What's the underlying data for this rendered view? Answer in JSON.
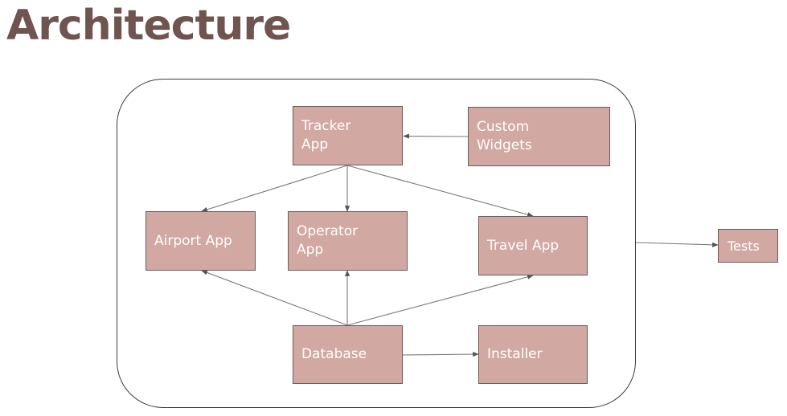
{
  "slide": {
    "title": "Architecture"
  },
  "nodes": {
    "tracker_app": "Tracker\nApp",
    "custom_widgets": "Custom\nWidgets",
    "airport_app": "Airport App",
    "operator_app": "Operator\nApp",
    "travel_app": "Travel App",
    "database": "Database",
    "installer": "Installer",
    "tests": "Tests"
  },
  "colors": {
    "title": "#6f5450",
    "node_fill": "#d2a8a2",
    "node_border": "#6c5a57",
    "node_text": "#ffffff",
    "arrow": "#7a7a7a"
  }
}
